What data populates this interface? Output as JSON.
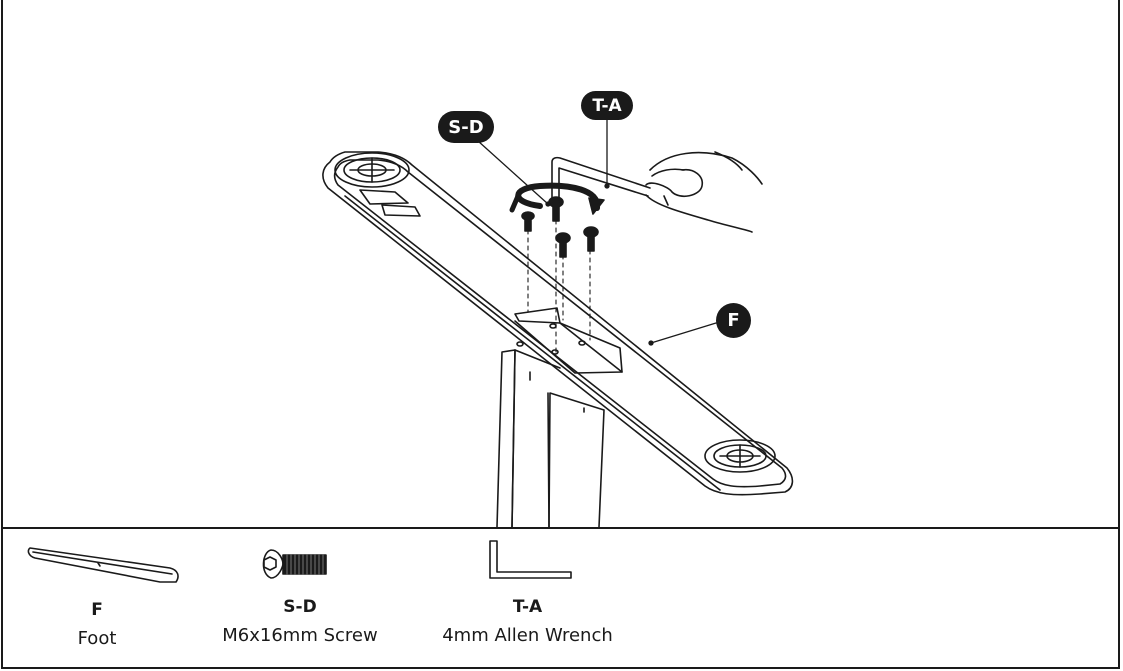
{
  "callouts": {
    "screw": "S-D",
    "wrench": "T-A",
    "foot": "F"
  },
  "parts": [
    {
      "code": "F",
      "name": "Foot",
      "icon": "foot-icon"
    },
    {
      "code": "S-D",
      "name": "M6x16mm Screw",
      "icon": "screw-icon"
    },
    {
      "code": "T-A",
      "name": "4mm Allen Wrench",
      "icon": "allen-wrench-icon"
    }
  ],
  "colors": {
    "ink": "#1a1a1a",
    "paper": "#ffffff"
  }
}
